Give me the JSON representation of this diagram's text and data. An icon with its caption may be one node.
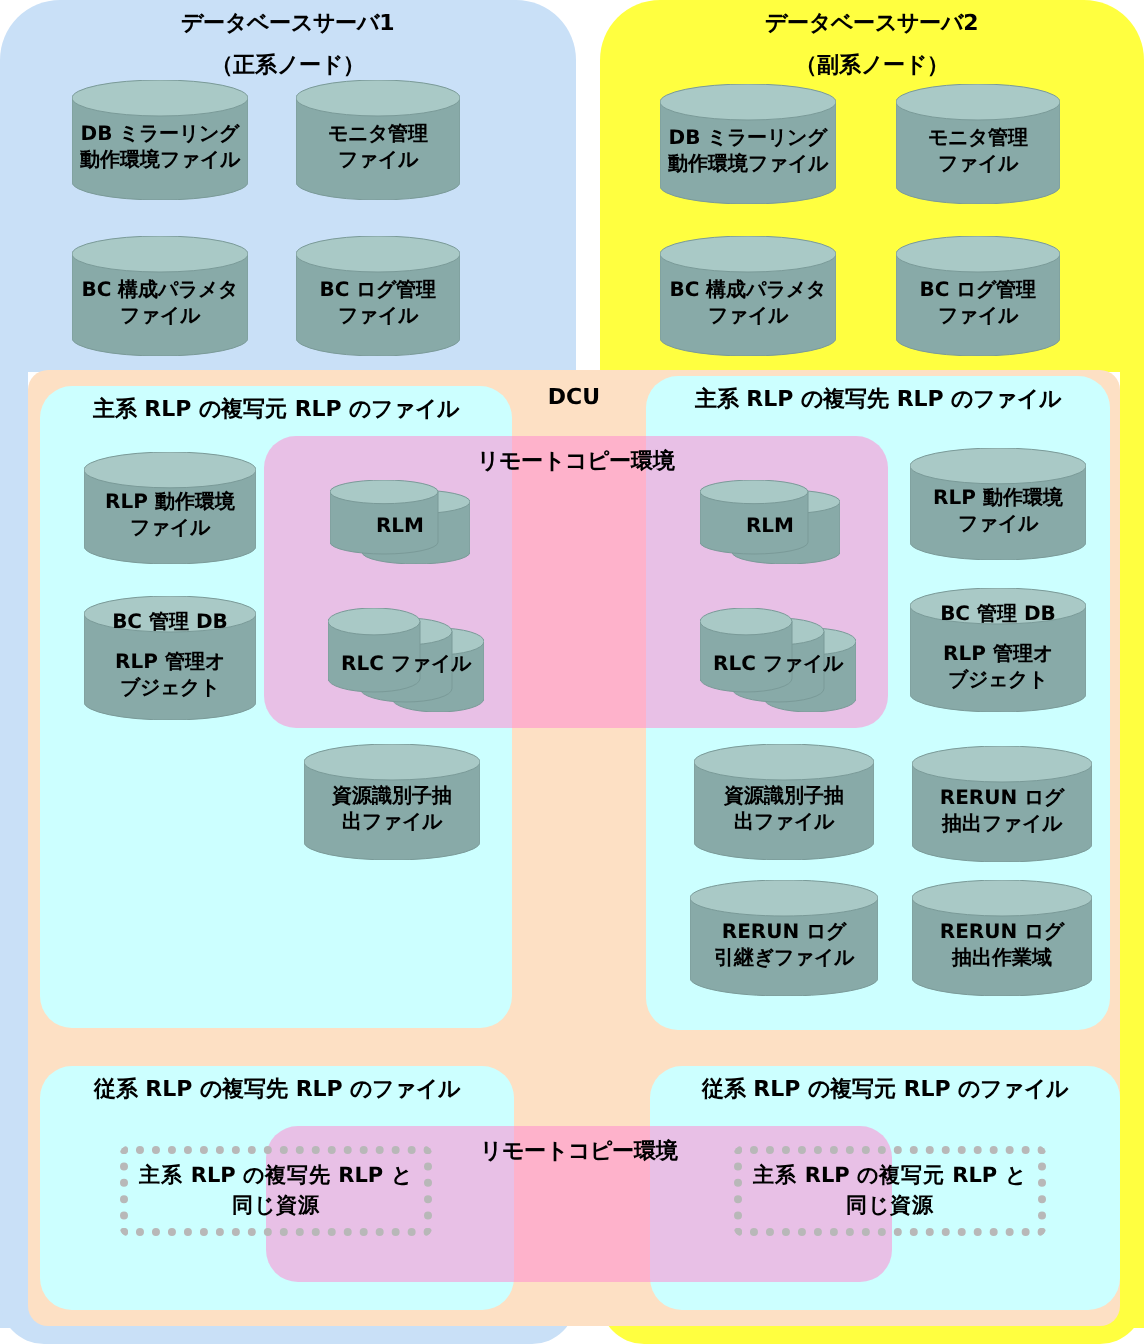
{
  "diagram": {
    "nodes": [
      {
        "text": [
          "データベースサーバ1",
          "（正系ノード）"
        ]
      },
      {
        "text": [
          "DB ミラーリング動作環境ファイル"
        ],
        "in": 0
      },
      {
        "text": [
          "モニタ管理ファイル"
        ],
        "in": 0
      },
      {
        "text": [
          "BC 構成パラメタファイル"
        ],
        "in": 0
      },
      {
        "text": [
          "BC ログ管理ファイル"
        ],
        "in": 0
      },
      {
        "text": [
          "データベースサーバ2",
          "（副系ノード）"
        ]
      },
      {
        "text": [
          "DB ミラーリング動作環境ファイル"
        ],
        "in": 5
      },
      {
        "text": [
          "モニタ管理ファイル"
        ],
        "in": 5
      },
      {
        "text": [
          "BC 構成パラメタファイル"
        ],
        "in": 5
      },
      {
        "text": [
          "BC ログ管理ファイル"
        ],
        "in": 5
      },
      {
        "text": [
          "DCU"
        ]
      },
      {
        "text": [
          "主系 RLP の複写元 RLP のファイル"
        ],
        "in": 10
      },
      {
        "text": [
          "RLP 動作環境ファイル"
        ],
        "in": 11
      },
      {
        "text": [
          "BC 管理 DB",
          "RLP 管理オブジェクト"
        ],
        "in": 11
      },
      {
        "text": [
          "資源識別子抽出ファイル"
        ],
        "in": 11
      },
      {
        "text": [
          "リモートコピー環境"
        ],
        "in": 10
      },
      {
        "text": [
          "RLM"
        ]
      },
      {
        "text": [
          "RLC ファイル"
        ]
      },
      {
        "text": [
          "RLM"
        ]
      },
      {
        "text": [
          "RLC ファイル"
        ]
      },
      {
        "text": [
          "主系 RLP の複写先 RLP のファイル"
        ],
        "in": 10
      },
      {
        "text": [
          "RLP 動作環境ファイル"
        ],
        "in": 20
      },
      {
        "text": [
          "BC 管理 DB",
          "RLP 管理オブジェクト"
        ],
        "in": 20
      },
      {
        "text": [
          "資源識別子抽出ファイル"
        ],
        "in": 20
      },
      {
        "text": [
          "RERUN ログ抽出ファイル"
        ],
        "in": 20
      },
      {
        "text": [
          "RERUN ログ引継ぎファイル"
        ],
        "in": 20
      },
      {
        "text": [
          "RERUN ログ抽出作業域"
        ],
        "in": 20
      },
      {
        "text": [
          "従系 RLP の複写先 RLP のファイル"
        ],
        "in": 10
      },
      {
        "text": [
          "主系 RLP の複写先 RLP と同じ資源"
        ],
        "in": 27
      },
      {
        "text": [
          "リモートコピー環境"
        ],
        "in": 10
      },
      {
        "text": [
          "従系 RLP の複写元 RLP のファイル"
        ],
        "in": 10
      },
      {
        "text": [
          "主系 RLP の複写元 RLP と同じ資源"
        ],
        "in": 30
      }
    ]
  }
}
